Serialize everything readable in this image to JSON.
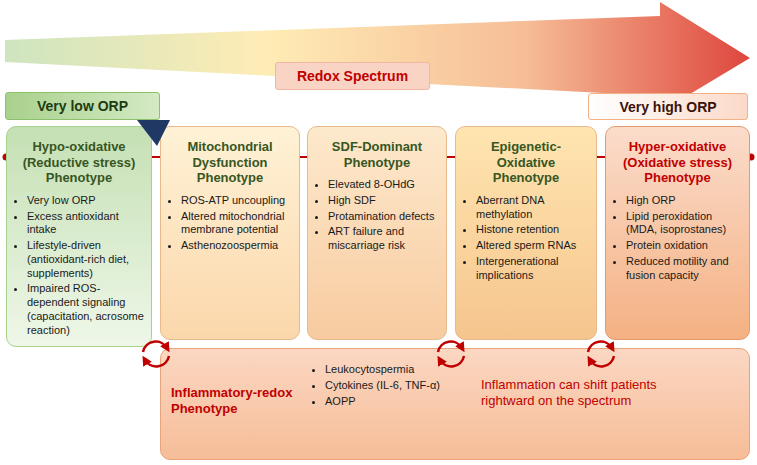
{
  "diagram": {
    "nodes": [
      {
        "text": [
          "Redox Spectrum"
        ]
      },
      {
        "text": [
          "Very low ORP"
        ]
      },
      {
        "text": [
          "Very high ORP"
        ]
      },
      {
        "text": [
          "Hypo-oxidative (Reductive stress) Phenotype",
          "Very low ORP",
          "Excess antioxidant intake",
          "Lifestyle-driven (antioxidant-rich diet, supplements)",
          "Impaired ROS-dependent signaling (capacitation, acrosome reaction)"
        ]
      },
      {
        "text": [
          "Mitochondrial Dysfunction Phenotype",
          "ROS-ATP uncoupling",
          "Altered mitochondrial membrane potential",
          "Asthenozoospermia"
        ]
      },
      {
        "text": [
          "SDF-Dominant Phenotype",
          "Elevated 8-OHdG",
          "High SDF",
          "Protamination defects",
          "ART failure and miscarriage risk"
        ]
      },
      {
        "text": [
          "Epigenetic-Oxidative Phenotype",
          "Aberrant DNA methylation",
          "Histone retention",
          "Altered sperm RNAs",
          "Intergenerational implications"
        ]
      },
      {
        "text": [
          "Hyper-oxidative (Oxidative stress) Phenotype",
          "High ORP",
          "Lipid peroxidation (MDA, isoprostanes)",
          "Protein oxidation",
          "Reduced motility and fusion capacity"
        ]
      },
      {
        "text": [
          "Inflammatory-redox Phenotype",
          "Leukocytospermia",
          "Cytokines (IL-6, TNF-α)",
          "AOPP",
          "Inflammation can shift patients rightward on the spectrum"
        ]
      }
    ]
  }
}
